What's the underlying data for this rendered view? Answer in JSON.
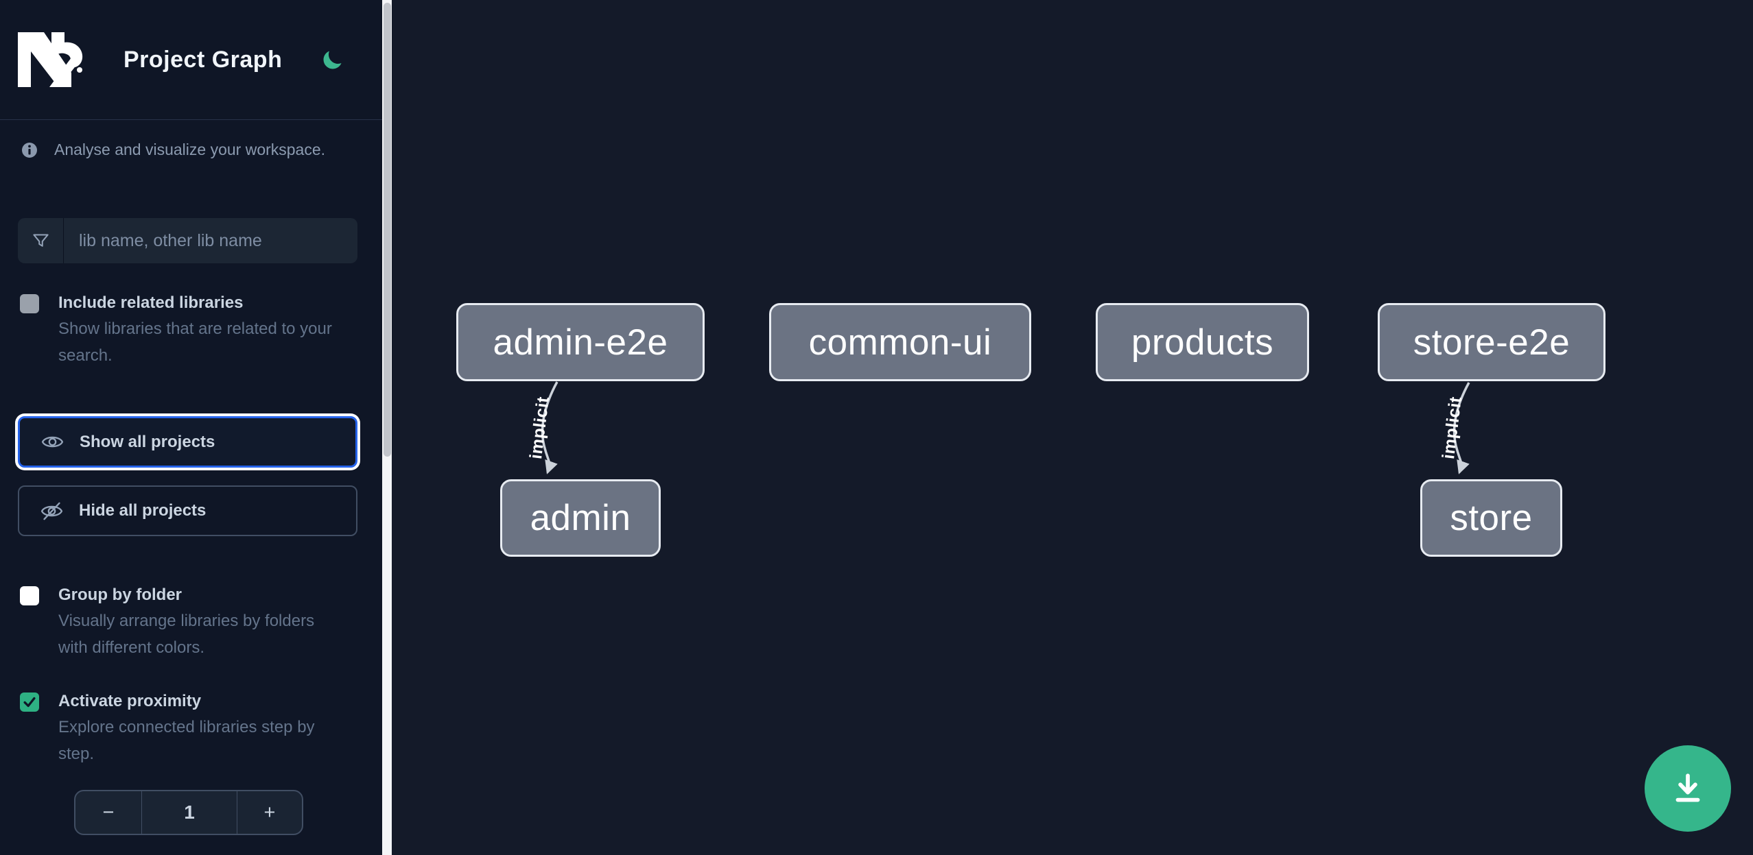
{
  "header": {
    "title": "Project Graph"
  },
  "sidebar": {
    "tagline": "Analyse and visualize your workspace.",
    "filter": {
      "placeholder": "lib name, other lib name"
    },
    "options": [
      {
        "label": "Include related libraries",
        "description": "Show libraries that are related to your search.",
        "checked": false
      },
      {
        "label": "Group by folder",
        "description": "Visually arrange libraries by folders with different colors.",
        "checked": false
      },
      {
        "label": "Activate proximity",
        "description": "Explore connected libraries step by step.",
        "checked": true
      }
    ],
    "buttons": {
      "show_all": "Show all projects",
      "hide_all": "Hide all projects"
    },
    "stepper": {
      "decrement": "−",
      "value": "1",
      "increment": "+"
    }
  },
  "graph": {
    "nodes": [
      {
        "label": "admin-e2e"
      },
      {
        "label": "common-ui"
      },
      {
        "label": "products"
      },
      {
        "label": "store-e2e"
      },
      {
        "label": "admin"
      },
      {
        "label": "store"
      }
    ],
    "edges": [
      {
        "from": "admin-e2e",
        "to": "admin",
        "label": "implicit"
      },
      {
        "from": "store-e2e",
        "to": "store",
        "label": "implicit"
      }
    ]
  },
  "colors": {
    "sidebar_bg": "#0f1626",
    "canvas_bg": "#141a29",
    "accent_blue": "#2563eb",
    "accent_green": "#35b68b",
    "node_fill": "#6b7383",
    "node_border": "#e7ebf1",
    "edge_color": "#ccd2da"
  }
}
